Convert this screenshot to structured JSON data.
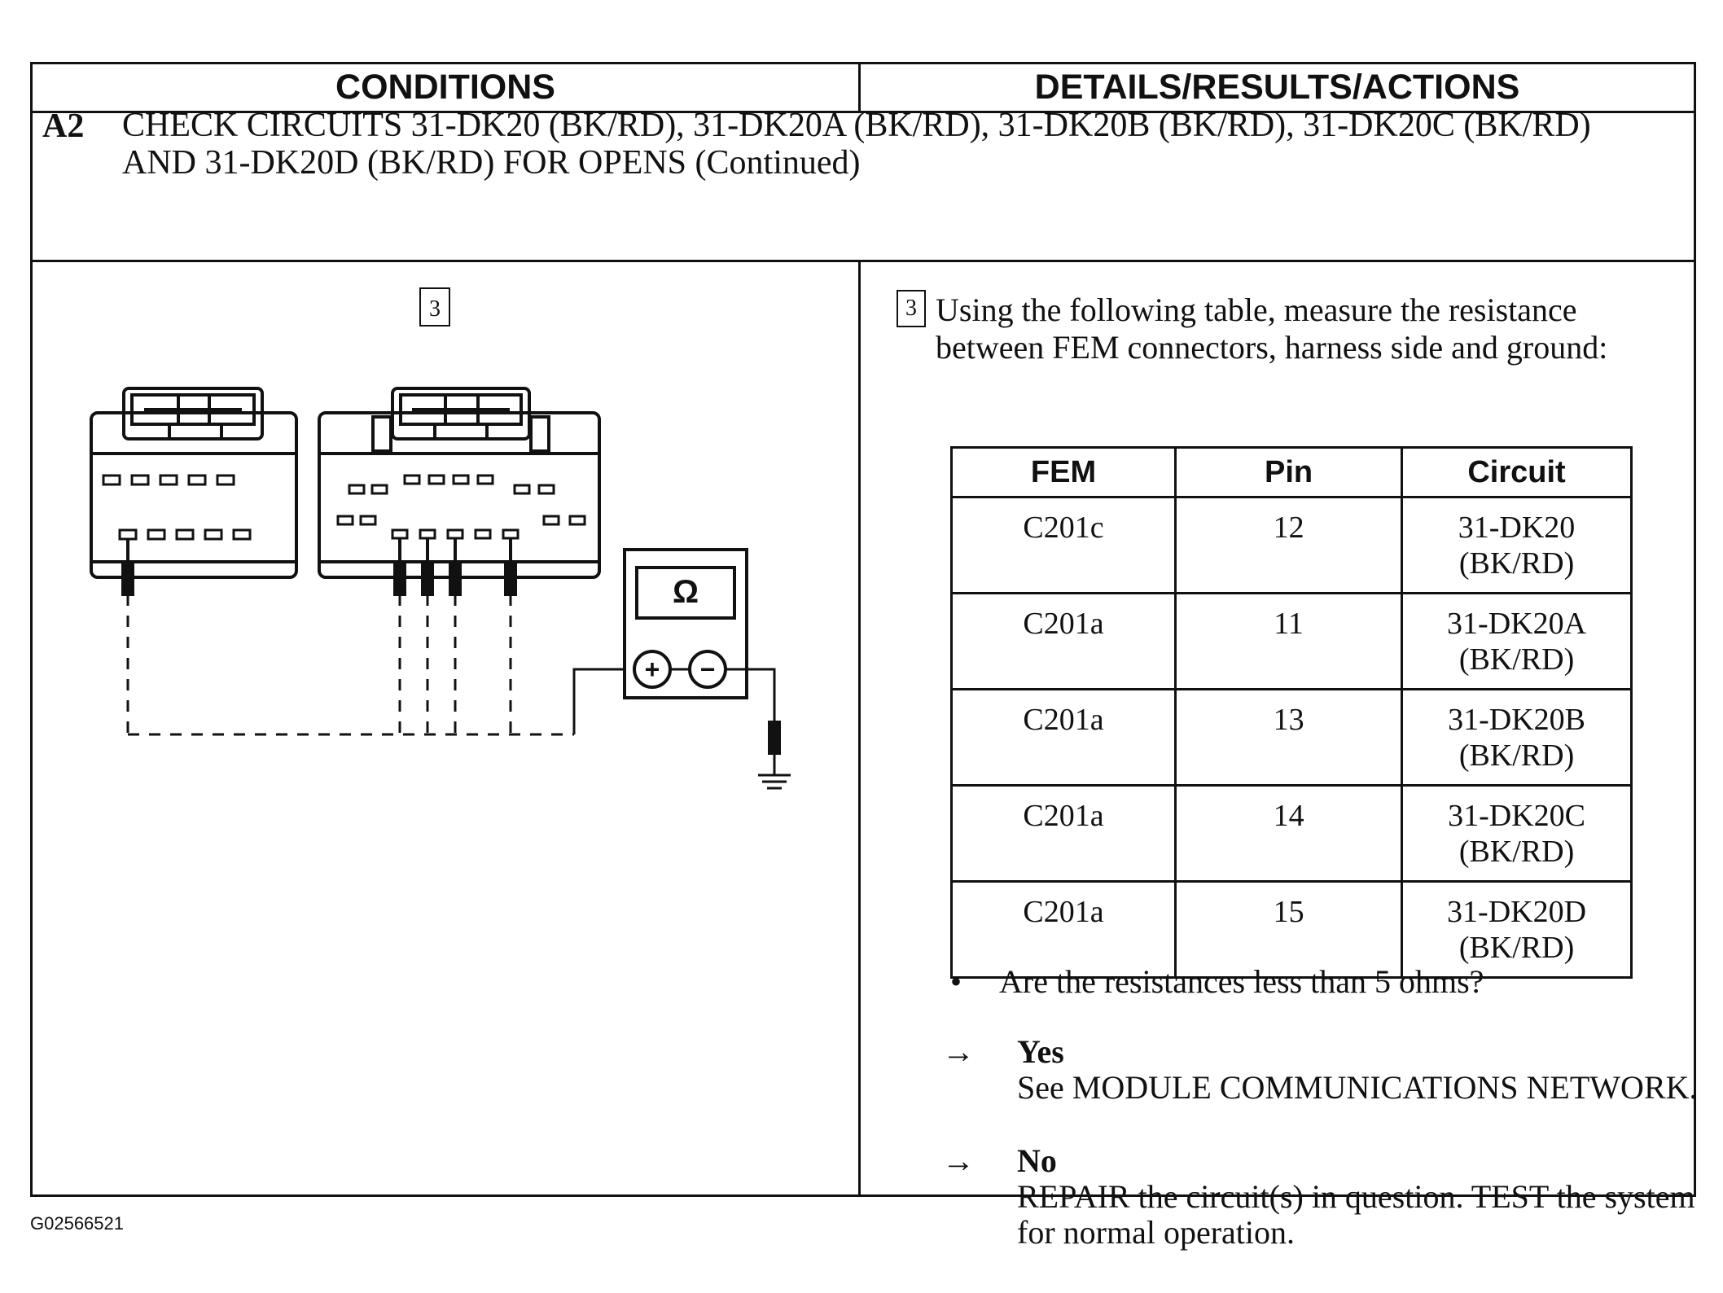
{
  "headers": {
    "conditions": "CONDITIONS",
    "details": "DETAILS/RESULTS/ACTIONS"
  },
  "step": {
    "id": "A2",
    "title": "CHECK CIRCUITS 31-DK20 (BK/RD), 31-DK20A (BK/RD), 31-DK20B (BK/RD), 31-DK20C (BK/RD) AND 31-DK20D (BK/RD) FOR OPENS (Continued)"
  },
  "diagram": {
    "step_label": "3",
    "meter_symbol": "Ω",
    "plus": "+",
    "minus": "−"
  },
  "instruction": {
    "step_label": "3",
    "text": "Using the following table, measure the resistance between FEM connectors, harness side and ground:"
  },
  "table": {
    "headers": [
      "FEM",
      "Pin",
      "Circuit"
    ],
    "rows": [
      {
        "fem": "C201c",
        "pin": "12",
        "circuit": "31-DK20",
        "color": "(BK/RD)"
      },
      {
        "fem": "C201a",
        "pin": "11",
        "circuit": "31-DK20A",
        "color": "(BK/RD)"
      },
      {
        "fem": "C201a",
        "pin": "13",
        "circuit": "31-DK20B",
        "color": "(BK/RD)"
      },
      {
        "fem": "C201a",
        "pin": "14",
        "circuit": "31-DK20C",
        "color": "(BK/RD)"
      },
      {
        "fem": "C201a",
        "pin": "15",
        "circuit": "31-DK20D",
        "color": "(BK/RD)"
      }
    ]
  },
  "question": {
    "bullet": "•",
    "text": "Are the resistances less than 5 ohms?"
  },
  "answers": {
    "yes": {
      "arrow": "→",
      "label": "Yes",
      "text": "See MODULE COMMUNICATIONS NETWORK."
    },
    "no": {
      "arrow": "→",
      "label": "No",
      "text": "REPAIR the circuit(s) in question. TEST the system for normal operation."
    }
  },
  "figure_id": "G02566521"
}
